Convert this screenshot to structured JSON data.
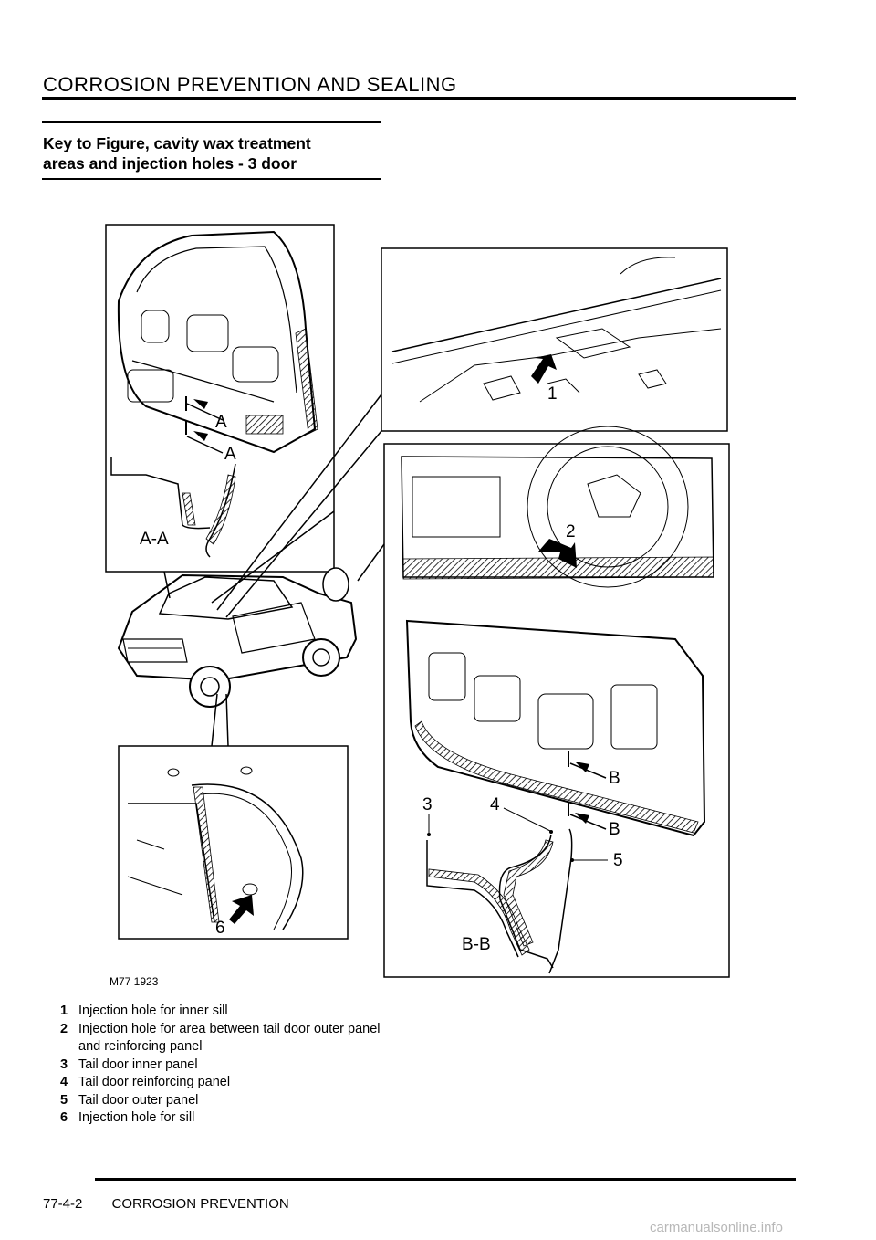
{
  "header": {
    "title": "CORROSION PREVENTION AND SEALING"
  },
  "section": {
    "title_line1": "Key to Figure, cavity wax treatment",
    "title_line2": "areas and injection holes - 3 door"
  },
  "figure": {
    "code": "M77 1923",
    "callouts": {
      "c1": "1",
      "c2": "2",
      "c3": "3",
      "c4": "4",
      "c5": "5",
      "c6": "6"
    },
    "section_labels": {
      "aa_upper": "A",
      "aa_lower": "A",
      "aa_view": "A-A",
      "bb_upper": "B",
      "bb_lower": "B",
      "bb_view": "B-B"
    }
  },
  "legend": [
    {
      "num": "1",
      "text": "Injection hole for inner sill"
    },
    {
      "num": "2",
      "text": "Injection hole for area between tail door outer panel and reinforcing panel"
    },
    {
      "num": "3",
      "text": "Tail door inner panel"
    },
    {
      "num": "4",
      "text": "Tail door reinforcing panel"
    },
    {
      "num": "5",
      "text": "Tail door outer panel"
    },
    {
      "num": "6",
      "text": "Injection hole for sill"
    }
  ],
  "footer": {
    "page_number": "77-4-2",
    "section": "CORROSION PREVENTION"
  },
  "watermark": "carmanualsonline.info"
}
